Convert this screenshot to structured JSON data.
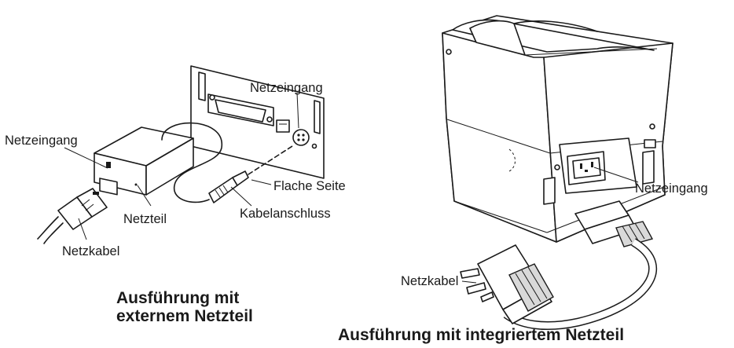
{
  "left_diagram": {
    "label_power_input": "Netzeingang",
    "label_power_input_port": "Netzeingang",
    "label_flat_side": "Flache Seite",
    "label_cable_connector": "Kabelanschluss",
    "label_adapter": "Netzteil",
    "label_power_cable": "Netzkabel",
    "caption_line1": "Ausführung mit",
    "caption_line2": "externem Netzteil"
  },
  "right_diagram": {
    "label_power_input": "Netzeingang",
    "label_power_cable": "Netzkabel",
    "caption": "Ausführung mit integriertem Netzteil"
  }
}
